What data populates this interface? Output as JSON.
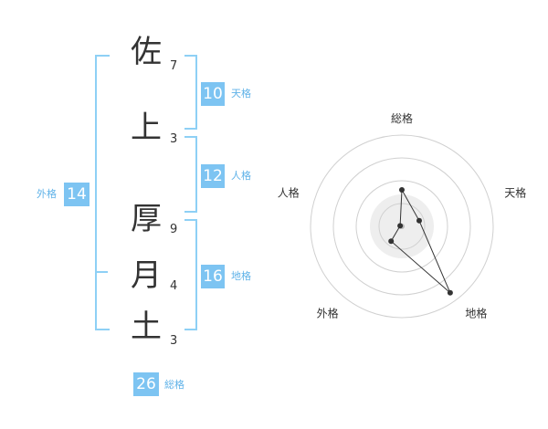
{
  "name": {
    "chars": [
      {
        "char": "佐",
        "strokes": "7"
      },
      {
        "char": "上",
        "strokes": "3"
      },
      {
        "char": "厚",
        "strokes": "9"
      },
      {
        "char": "月",
        "strokes": "4"
      },
      {
        "char": "土",
        "strokes": "3"
      }
    ]
  },
  "kakusu": {
    "tenkaku": {
      "value": "10",
      "label": "天格"
    },
    "jinkaku": {
      "value": "12",
      "label": "人格"
    },
    "chikaku": {
      "value": "16",
      "label": "地格"
    },
    "gaikaku": {
      "value": "14",
      "label": "外格"
    },
    "soukaku": {
      "value": "26",
      "label": "総格"
    }
  },
  "chart_data": {
    "type": "radar",
    "axes": [
      "総格",
      "天格",
      "地格",
      "外格",
      "人格"
    ],
    "values": [
      2,
      1,
      4.5,
      1,
      0.1
    ],
    "rmax": 5,
    "rings": 4,
    "colors": {
      "line": "#333333",
      "ring": "#d0d0d0",
      "fill": "#eeeeee"
    }
  }
}
